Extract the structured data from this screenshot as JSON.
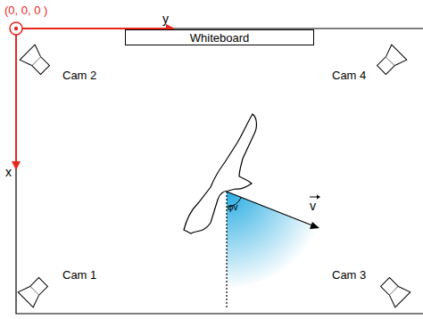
{
  "diagram": {
    "nodes": [
      {
        "text": [
          "Whiteboard"
        ]
      }
    ],
    "labels": [
      "(0, 0, 0 )",
      "y",
      "x",
      "Cam 2",
      "Cam 4",
      "Cam 1",
      "Cam 3",
      "φv",
      "v"
    ]
  }
}
